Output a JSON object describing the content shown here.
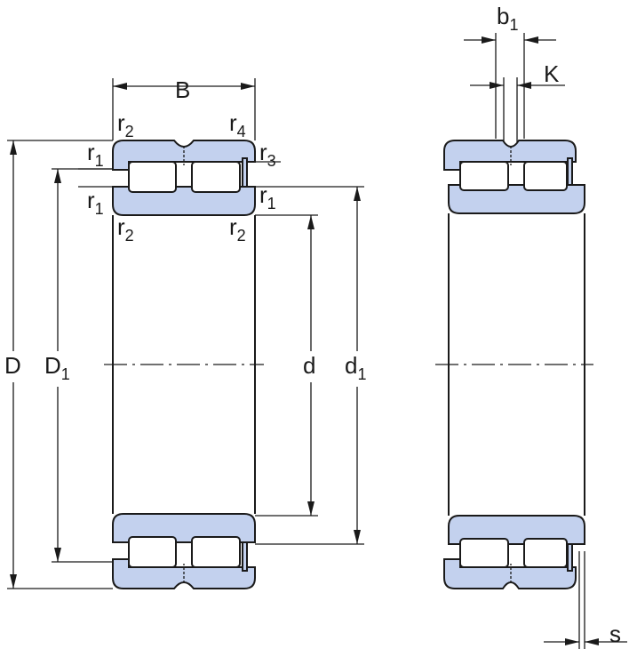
{
  "labels": {
    "B": "B",
    "r2_top": {
      "base": "r",
      "sub": "2"
    },
    "r4": {
      "base": "r",
      "sub": "4"
    },
    "r1_a": {
      "base": "r",
      "sub": "1"
    },
    "r3": {
      "base": "r",
      "sub": "3"
    },
    "r1_b": {
      "base": "r",
      "sub": "1"
    },
    "r1_c": {
      "base": "r",
      "sub": "1"
    },
    "r2_l": {
      "base": "r",
      "sub": "2"
    },
    "r2_r": {
      "base": "r",
      "sub": "2"
    },
    "D": "D",
    "D1": {
      "base": "D",
      "sub": "1"
    },
    "d": "d",
    "d1": {
      "base": "d",
      "sub": "1"
    },
    "b1": {
      "base": "b",
      "sub": "1"
    },
    "K": "K",
    "s": "s"
  },
  "colors": {
    "ring_fill": "#c3d1ee",
    "line": "#1a1a1a"
  }
}
